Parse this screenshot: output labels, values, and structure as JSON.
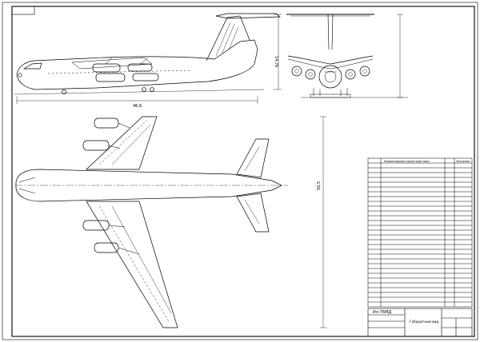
{
  "sheet": {
    "side_view_length_dim": "46,6",
    "side_view_height_dim": "14,76",
    "plan_view_span_dim": "50,5",
    "spec_table_header_param": "Наименование характеристики",
    "spec_table_header_value": "Значение"
  },
  "title_block": {
    "title": "Ил-76МД",
    "label": "Габаритный вид"
  }
}
